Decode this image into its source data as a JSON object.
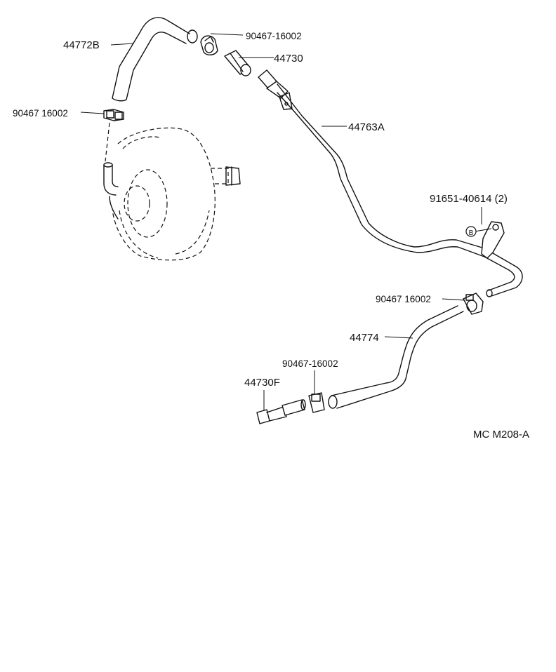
{
  "labels": {
    "hose_upper": "44772B",
    "clamp_upper_right": "90467-16002",
    "check_valve": "44730",
    "clamp_left": "90467 16002",
    "vacuum_tube": "44763A",
    "bolt": "91651-40614 (2)",
    "clamp_mid": "90467 16002",
    "hose_lower": "44774",
    "clamp_lower": "90467-16002",
    "union": "44730F",
    "bolt_callout": "B",
    "diagram_code": "MC M208-A"
  }
}
